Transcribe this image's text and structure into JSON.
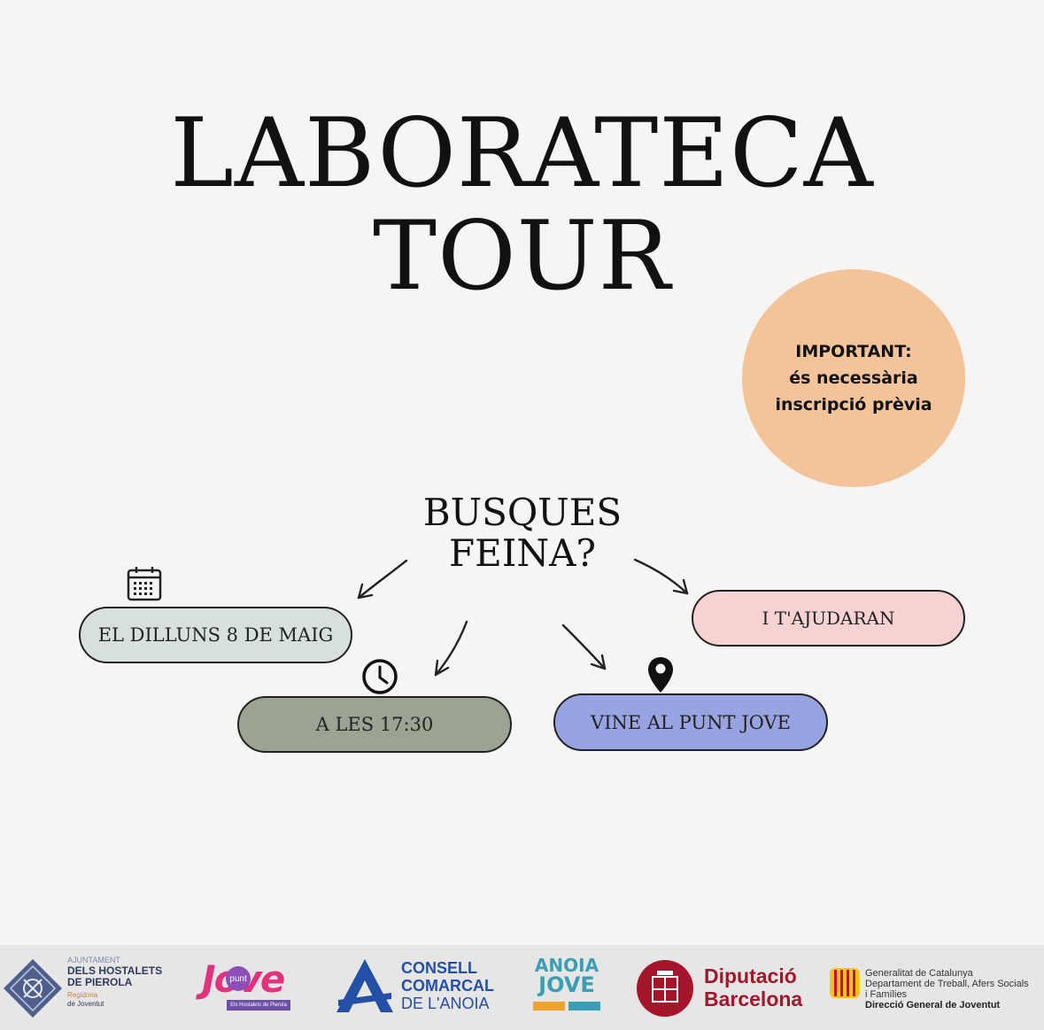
{
  "poster": {
    "title_line1": "LABORATECA",
    "title_line2": "TOUR",
    "notice": {
      "line1": "IMPORTANT:",
      "line2": "és necessària",
      "line3": "inscripció prèvia",
      "color": "#f3c39a"
    },
    "question_line1": "BUSQUES",
    "question_line2": "FEINA?",
    "pills": [
      {
        "label": "EL DILLUNS 8 DE MAIG",
        "color": "#d7e0dc",
        "icon": "calendar-icon"
      },
      {
        "label": "A LES 17:30",
        "color": "#9da393",
        "icon": "clock-icon"
      },
      {
        "label": "VINE AL PUNT JOVE",
        "color": "#98a3e2",
        "icon": "location-pin-icon"
      },
      {
        "label": "I T'AJUDARAN",
        "color": "#f6d2d2",
        "icon": ""
      }
    ]
  },
  "footer": {
    "logos": {
      "hostalets": {
        "line1": "AJUNTAMENT",
        "line2": "DELS HOSTALETS",
        "line3": "DE PIEROLA",
        "line4": "Regidoria",
        "line5": "de Joventut"
      },
      "punt_jove": {
        "word": "Jove",
        "badge": "punt",
        "sub": "Els Hostalets de Pierola"
      },
      "consell": {
        "line1": "CONSELL",
        "line2": "COMARCAL",
        "line3": "DE L'ANOIA"
      },
      "anoia_jove": {
        "line1": "ANOIA",
        "line2": "JOVE"
      },
      "diputacio": {
        "line1": "Diputació",
        "line2": "Barcelona",
        "color": "#a4162a"
      },
      "generalitat": {
        "line1": "Generalitat de Catalunya",
        "line2": "Departament de Treball, Afers Socials",
        "line3": "i Famílies",
        "line4": "Direcció General de Joventut"
      }
    }
  }
}
